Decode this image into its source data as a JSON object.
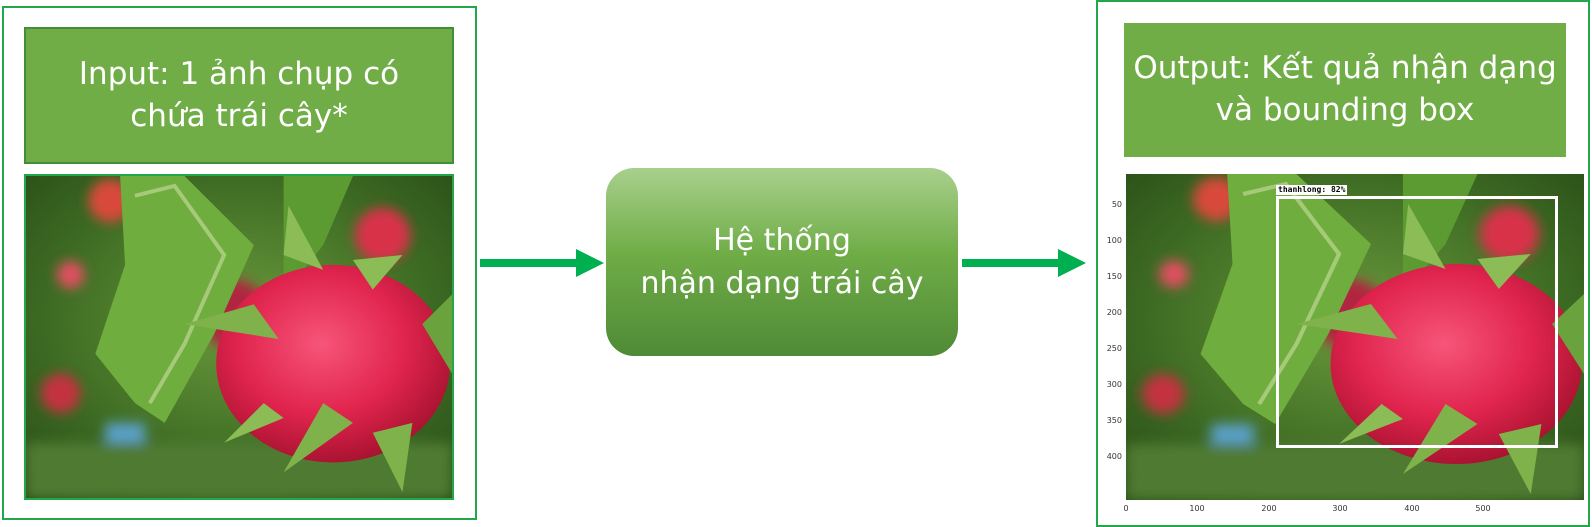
{
  "input": {
    "title_line1": "Input: 1 ảnh chụp có",
    "title_line2": "chứa trái cây*"
  },
  "system": {
    "line1": "Hệ thống",
    "line2": "nhận dạng trái cây"
  },
  "output": {
    "title_line1": "Output: Kết quả nhận dạng",
    "title_line2": "và bounding box",
    "detection_label": "thanhlong: 82%",
    "y_ticks": [
      "50",
      "100",
      "150",
      "200",
      "250",
      "300",
      "350",
      "400"
    ],
    "x_ticks": [
      "0",
      "100",
      "200",
      "300",
      "400",
      "500"
    ]
  },
  "colors": {
    "frame": "#22a84a",
    "title_box": "#70ad47",
    "arrow": "#00b050"
  }
}
